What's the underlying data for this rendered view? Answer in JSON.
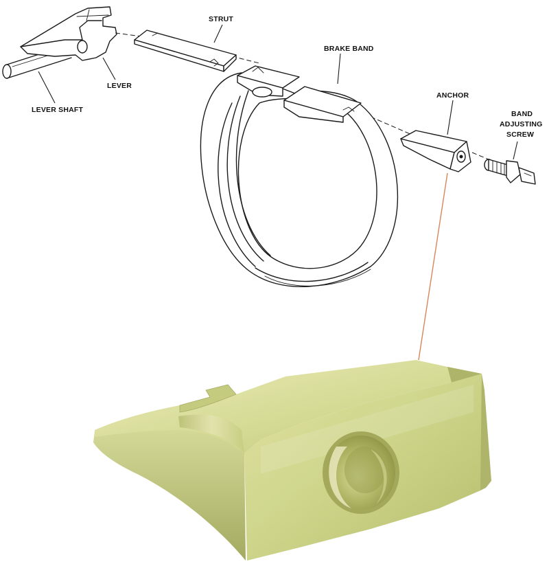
{
  "labels": {
    "strut": "STRUT",
    "brake_band": "BRAKE BAND",
    "lever": "LEVER",
    "lever_shaft": "LEVER SHAFT",
    "anchor": "ANCHOR",
    "band_adjusting_screw_line1": "BAND",
    "band_adjusting_screw_line2": "ADJUSTING",
    "band_adjusting_screw_line3": "SCREW"
  },
  "colors": {
    "callout_line": "#d9845a",
    "metal_light": "#e8e6b0",
    "metal_mid": "#c9cf86",
    "metal_dark": "#a9ae62",
    "hole_inner": "#9ea348"
  }
}
